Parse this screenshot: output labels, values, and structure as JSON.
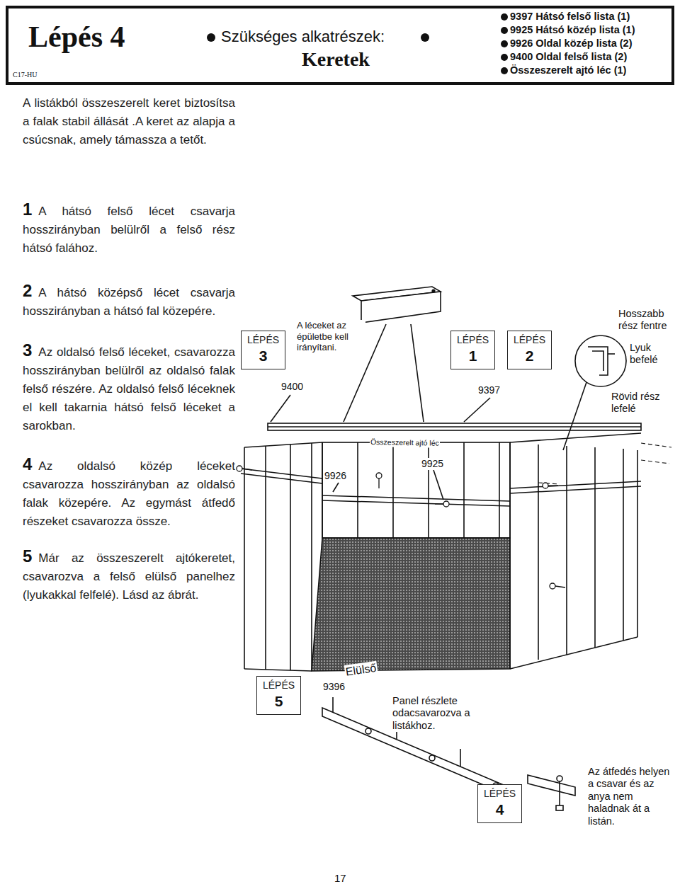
{
  "diagram": {
    "title": "Lépés 4",
    "nodes": [
      {
        "text": [
          "C17-HU",
          "Szükséges alkatrészek:",
          "Keretek",
          "9397 Hátsó felső lista (1)",
          "9925 Hátsó közép lista (1)",
          "9926 Oldal közép lista (2)",
          "9400 Oldal felső lista (2)",
          "Összeszerelt ajtó léc (1)"
        ]
      },
      {
        "text": [
          "LÉPÉS",
          "3"
        ]
      },
      {
        "text": [
          "LÉPÉS",
          "1"
        ]
      },
      {
        "text": [
          "LÉPÉS",
          "2"
        ]
      },
      {
        "text": [
          "LÉPÉS",
          "5"
        ]
      },
      {
        "text": [
          "LÉPÉS",
          "4"
        ]
      }
    ],
    "labels": [
      "A listákból összeszerelt keret biztosítsa a falak stabil állását .A keret az alapja a csúcsnak, amely támassza a tetőt.",
      "1",
      "A hátsó felső lécet csavarja hosszirányban belülről a felső rész hátsó falához.",
      "2",
      "A hátsó középső lécet csavarja hosszirányban a hátsó fal közepére.",
      "3",
      "Az oldalsó felső léceket, csavarozza hosszirányban belülről az oldalsó falak felső részére. Az oldalsó felső léceknek el kell takarnia hátsó felső léceket a sarokban.",
      "4",
      "Az oldalsó közép léceket csavarozza hosszirányban az oldalsó falak közepére. Az egymást átfedő részeket csavarozza össze.",
      "5",
      "Már az összeszerelt ajtókeretet, csavarozva a felső elülső panelhez (lyukakkal felfelé). Lásd az ábrát.",
      "A léceket az épületbe kell irányítani.",
      "9400",
      "9397",
      "Hosszabb rész fentre",
      "Lyuk befelé",
      "Rövid rész lefelé",
      "Összeszerelt ajtó léc",
      "9926",
      "9925",
      "Elülső",
      "9396",
      "Panel részlete odacsavarozva a listákhoz.",
      "Az átfedés helyen a csavar és az anya nem haladnak át a listán.",
      "17"
    ]
  }
}
